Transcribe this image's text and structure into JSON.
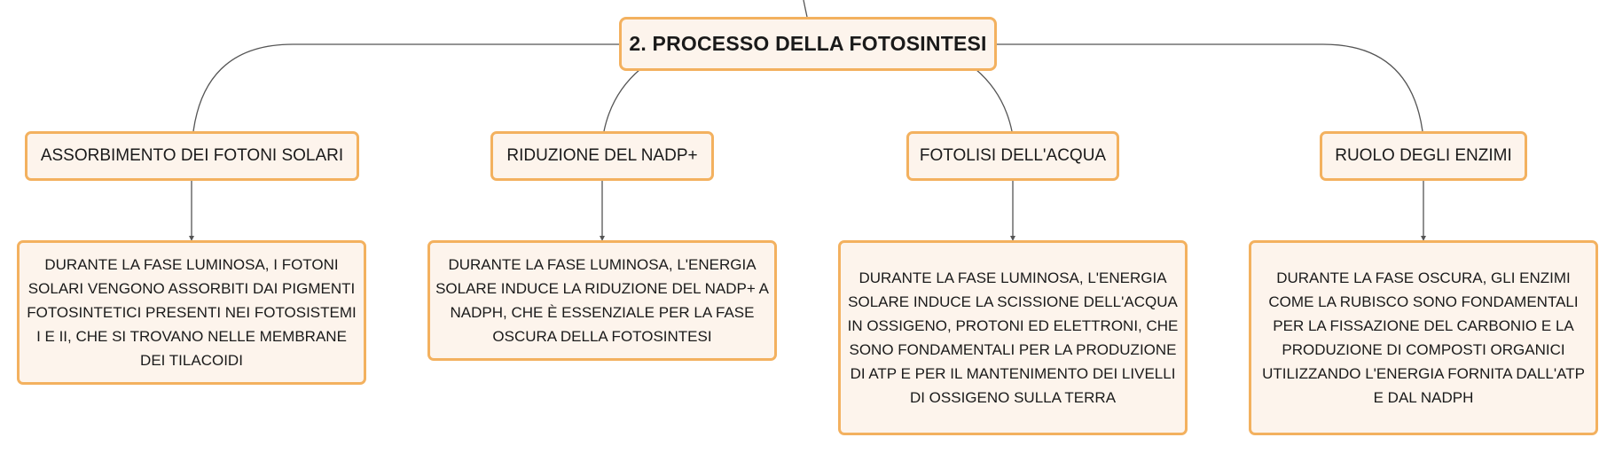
{
  "root": {
    "title": "2. PROCESSO DELLA FOTOSINTESI"
  },
  "branches": [
    {
      "topic": "ASSORBIMENTO DEI FOTONI SOLARI",
      "detail": "DURANTE LA FASE LUMINOSA, I FOTONI SOLARI VENGONO ASSORBITI DAI PIGMENTI FOTOSINTETICI PRESENTI NEI FOTOSISTEMI I E II, CHE SI TROVANO NELLE MEMBRANE DEI TILACOIDI"
    },
    {
      "topic": "RIDUZIONE DEL NADP+",
      "detail": "DURANTE LA FASE LUMINOSA, L'ENERGIA SOLARE INDUCE LA RIDUZIONE DEL NADP+ A NADPH, CHE È ESSENZIALE PER LA FASE OSCURA DELLA FOTOSINTESI"
    },
    {
      "topic": "FOTOLISI DELL'ACQUA",
      "detail": "DURANTE LA FASE LUMINOSA, L'ENERGIA SOLARE INDUCE LA SCISSIONE DELL'ACQUA IN OSSIGENO, PROTONI ED ELETTRONI, CHE SONO FONDAMENTALI PER LA PRODUZIONE DI ATP E PER IL MANTENIMENTO DEI LIVELLI DI OSSIGENO SULLA TERRA"
    },
    {
      "topic": "RUOLO DEGLI ENZIMI",
      "detail": "DURANTE LA FASE OSCURA, GLI ENZIMI COME LA RUBISCO SONO FONDAMENTALI PER LA FISSAZIONE DEL CARBONIO E LA PRODUZIONE DI COMPOSTI ORGANICI UTILIZZANDO L'ENERGIA FORNITA DALL'ATP E DAL NADPH"
    }
  ],
  "colors": {
    "node_border": "#f3b15f",
    "node_fill": "#fdf4ec",
    "connector": "#555555",
    "text": "#1a1a1a"
  }
}
